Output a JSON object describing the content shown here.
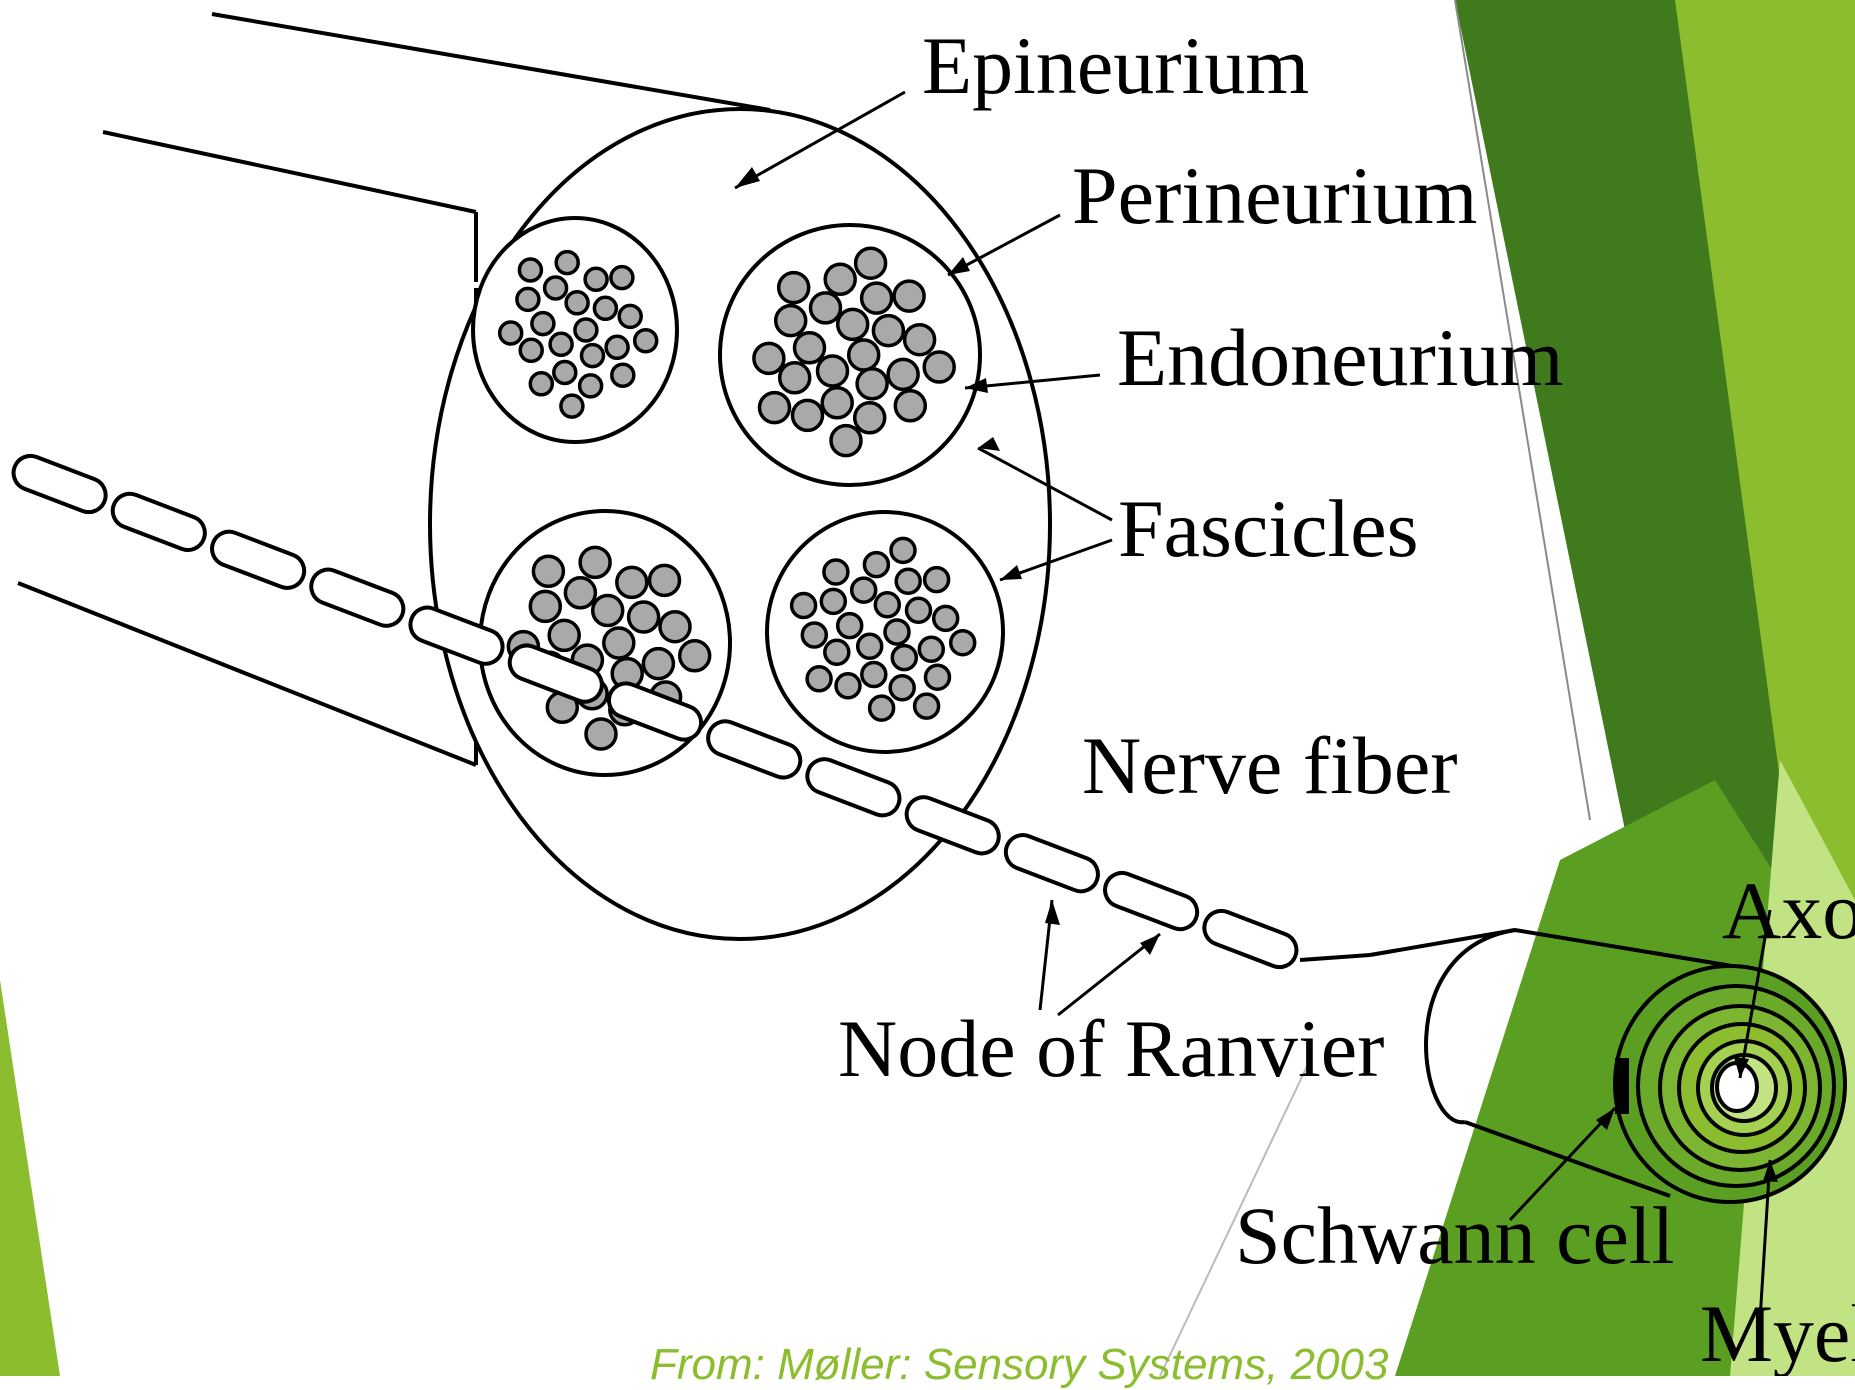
{
  "labels": {
    "epineurium": "Epineurium",
    "perineurium": "Perineurium",
    "endoneurium": "Endoneurium",
    "fascicles": "Fascicles",
    "nerve_fiber": "Nerve fiber",
    "node_of_ranvier": "Node of Ranvier",
    "schwann_cell": "Schwann cell",
    "axon_partial": "Axo",
    "myelin_partial": "Myel"
  },
  "citation": "From: Møller: Sensory Systems, 2003",
  "colors": {
    "dark_green": "#3f7a1c",
    "mid_green": "#5a9f22",
    "lime_green": "#8cbd2e",
    "pale_green": "#c2e383",
    "axon_fill": "#a9a9a9",
    "line": "#000000"
  }
}
